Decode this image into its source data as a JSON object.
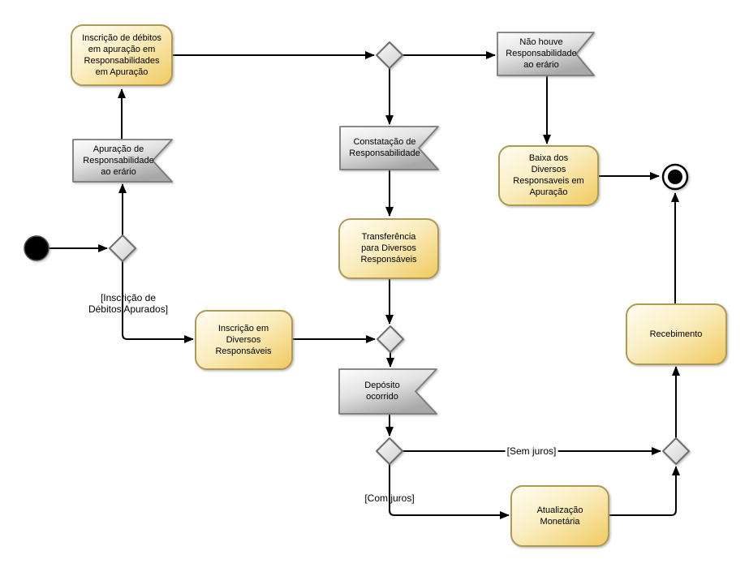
{
  "nodes": {
    "inscricao_debitos": {
      "type": "activity",
      "label": "Inscrição de débitos\nem apuração em\nResponsabilidades\nem Apuração"
    },
    "apuracao_responsabilidade": {
      "type": "signal",
      "label": "Apuração de\nResponsabilidade\nao erário"
    },
    "nao_houve_responsabilidade": {
      "type": "signal",
      "label": "Não houve\nResponsabilidade\nao erário"
    },
    "baixa_diversos": {
      "type": "activity",
      "label": "Baixa dos\nDiversos\nResponsaveis em\nApuração"
    },
    "constatacao": {
      "type": "signal",
      "label": "Constatação de\nResponsabilidade"
    },
    "transferencia": {
      "type": "activity",
      "label": "Transferência\npara Diversos\nResponsáveis"
    },
    "inscricao_diversos": {
      "type": "activity",
      "label": "Inscrição em\nDiversos\nResponsáveis"
    },
    "deposito": {
      "type": "signal",
      "label": "Depósito\nocorrido"
    },
    "atualizacao": {
      "type": "activity",
      "label": "Atualização\nMonetária"
    },
    "recebimento": {
      "type": "activity",
      "label": "Recebimento"
    }
  },
  "edge_labels": {
    "inscricao_debitos_apurados": "[Inscrição de\nDébitos Apurados]",
    "sem_juros": "[Sem juros]",
    "com_juros": "[Com juros]"
  },
  "colors": {
    "background": "#FFFFFF",
    "activity_fill_top": "#FFFDF2",
    "activity_fill_bottom": "#F0CA5E",
    "activity_border": "#AD9A52",
    "signal_fill_top": "#FDFDFD",
    "signal_fill_bottom": "#A8A8A8",
    "signal_border": "#7A7A7A",
    "decision_fill_top": "#FAFAFA",
    "decision_fill_bottom": "#CFCFCF",
    "decision_border": "#6E6E6E",
    "edge_color": "#000000",
    "node_text_color": "#000000"
  }
}
